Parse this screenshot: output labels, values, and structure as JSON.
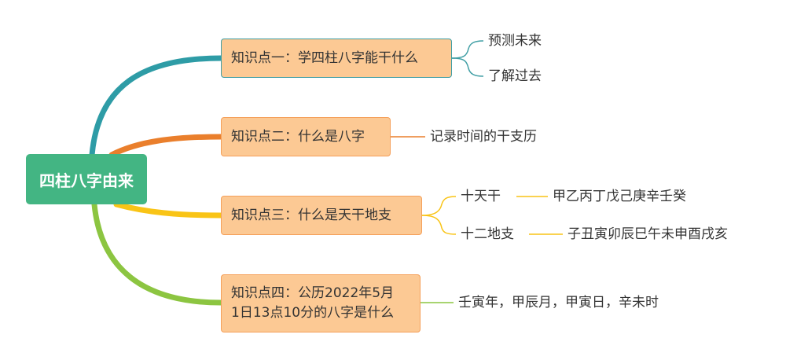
{
  "root": {
    "label": "四柱八字由来"
  },
  "topics": [
    {
      "label": "知识点一：学四柱八字能干什么",
      "children": [
        {
          "label": "预测未来"
        },
        {
          "label": "了解过去"
        }
      ]
    },
    {
      "label": "知识点二：什么是八字",
      "children": [
        {
          "label": "记录时间的干支历"
        }
      ]
    },
    {
      "label": "知识点三：什么是天干地支",
      "children": [
        {
          "label": "十天干",
          "detail": "甲乙丙丁戊己庚辛壬癸"
        },
        {
          "label": "十二地支",
          "detail": "子丑寅卯辰巳午未申酉戌亥"
        }
      ]
    },
    {
      "label_lines": [
        "知识点四：公历2022年5月",
        "1日13点10分的八字是什么"
      ],
      "children": [
        {
          "label": "壬寅年，甲辰月，甲寅日，辛未时"
        }
      ]
    }
  ],
  "colors": {
    "root_bg": "#43b583",
    "branch1": "#2e9ca6",
    "branch2": "#ea7f2c",
    "branch3": "#f9c416",
    "branch4": "#8cc541",
    "topic_fill": "#fcc994",
    "topic_border": "#f5a05a"
  }
}
